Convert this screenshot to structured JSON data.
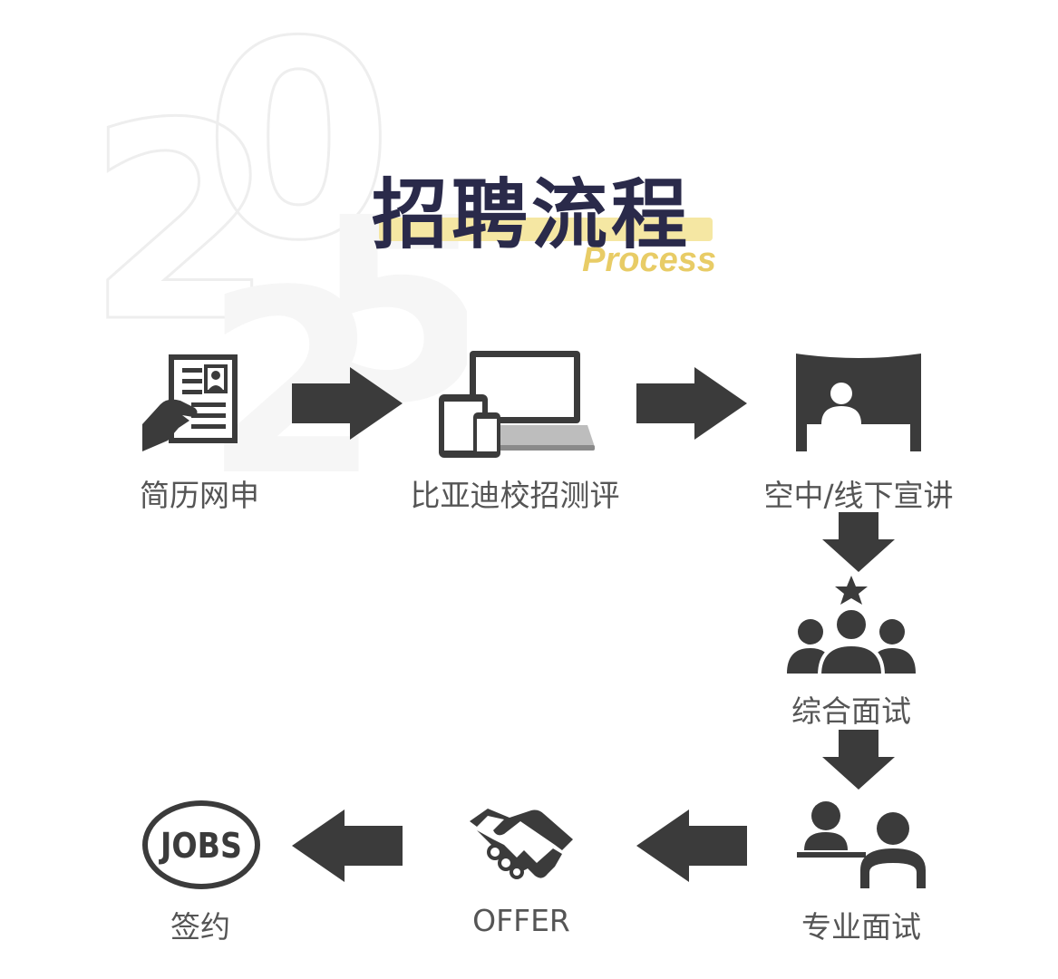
{
  "header": {
    "title": "招聘流程",
    "subtitle": "Process"
  },
  "watermark": {
    "digits": [
      "2",
      "0",
      "2",
      "5"
    ]
  },
  "steps": [
    {
      "id": "resume",
      "label": "简历网申",
      "icon": "resume-in-hand-icon"
    },
    {
      "id": "assessment",
      "label": "比亚迪校招测评",
      "icon": "devices-icon"
    },
    {
      "id": "presentation",
      "label": "空中/线下宣讲",
      "icon": "presentation-screen-icon"
    },
    {
      "id": "group-interview",
      "label": "综合面试",
      "icon": "group-star-icon"
    },
    {
      "id": "professional-interview",
      "label": "专业面试",
      "icon": "interview-desk-icon"
    },
    {
      "id": "offer",
      "label": "OFFER",
      "icon": "handshake-icon"
    },
    {
      "id": "sign",
      "label": "签约",
      "icon": "jobs-stamp-icon",
      "stamp_text": "JOBS"
    }
  ],
  "colors": {
    "icon": "#3b3b3b",
    "title": "#2a2a4a",
    "accent": "#e8cc66",
    "highlight": "#f5e7a3",
    "label": "#555555"
  }
}
